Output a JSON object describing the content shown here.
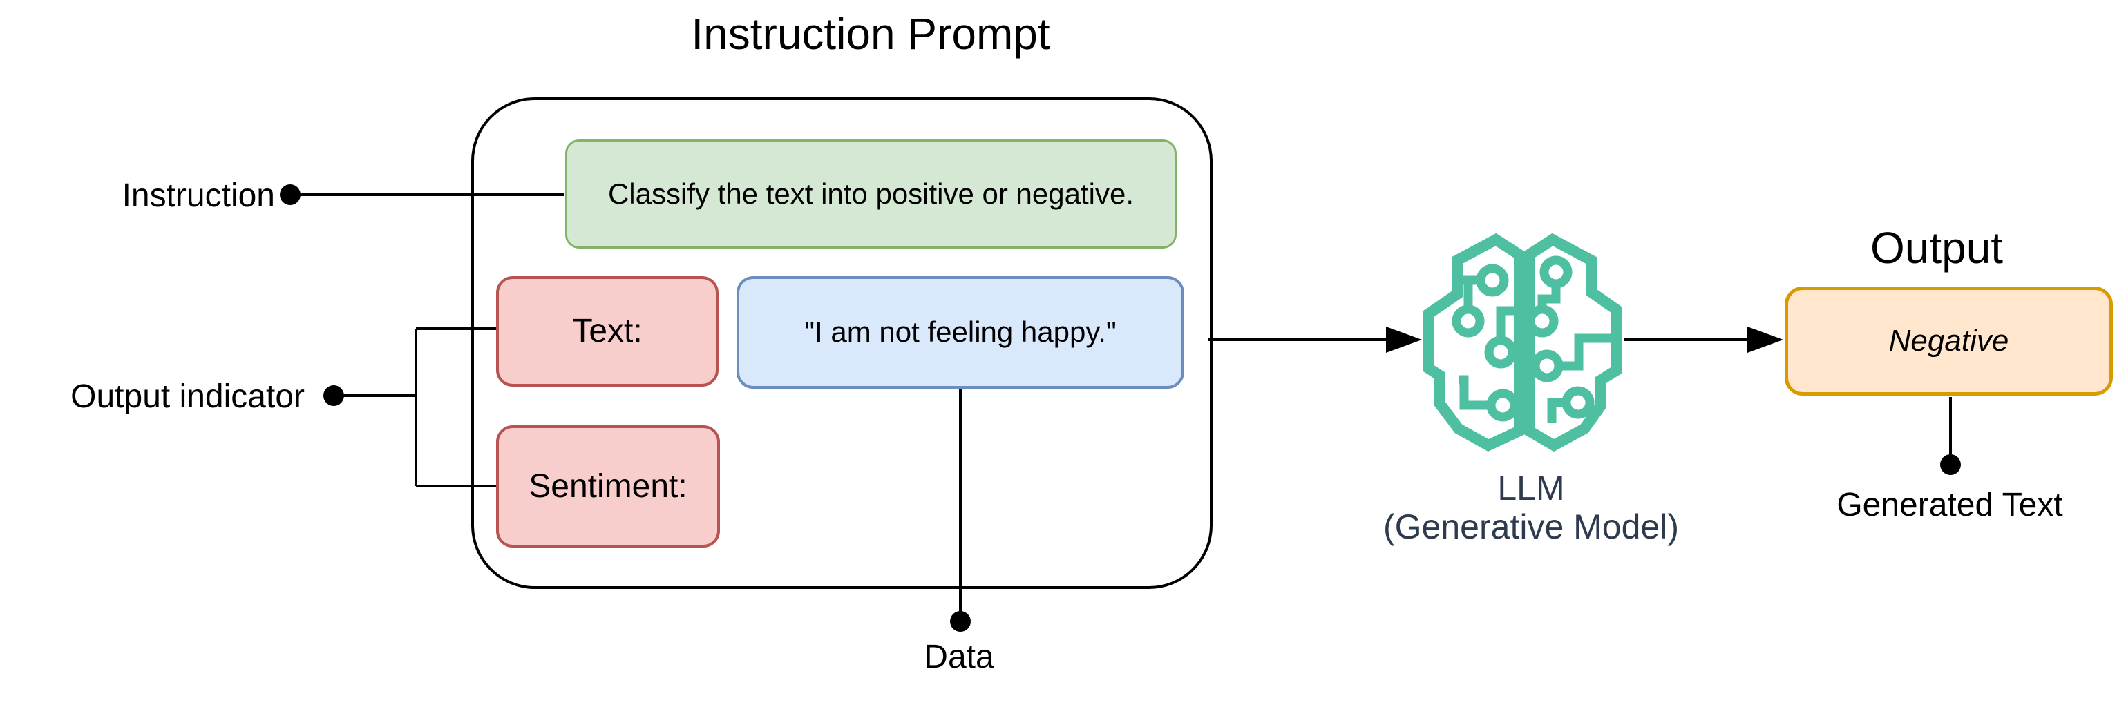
{
  "title": "Instruction Prompt",
  "prompt": {
    "instruction": "Classify the text into positive or negative.",
    "text_label": "Text:",
    "data_value": "\"I am not feeling happy.\"",
    "sentiment_label": "Sentiment:"
  },
  "callouts": {
    "instruction": "Instruction",
    "output_indicator": "Output indicator",
    "data": "Data",
    "generated_text": "Generated Text"
  },
  "llm": {
    "name": "LLM",
    "subtitle": "(Generative Model)",
    "icon": "circuit-brain-icon"
  },
  "output": {
    "title": "Output",
    "value": "Negative"
  },
  "colors": {
    "instruction_fill": "#d5e8d4",
    "instruction_border": "#82b366",
    "indicator_fill": "#f8cecc",
    "indicator_border": "#b85450",
    "data_fill": "#dae8fc",
    "data_border": "#6c8ebf",
    "output_fill": "#ffe6cc",
    "output_border": "#d79b00",
    "llm_icon": "#4fbfa2",
    "llm_label": "#2e3b4f",
    "line": "#000000"
  }
}
